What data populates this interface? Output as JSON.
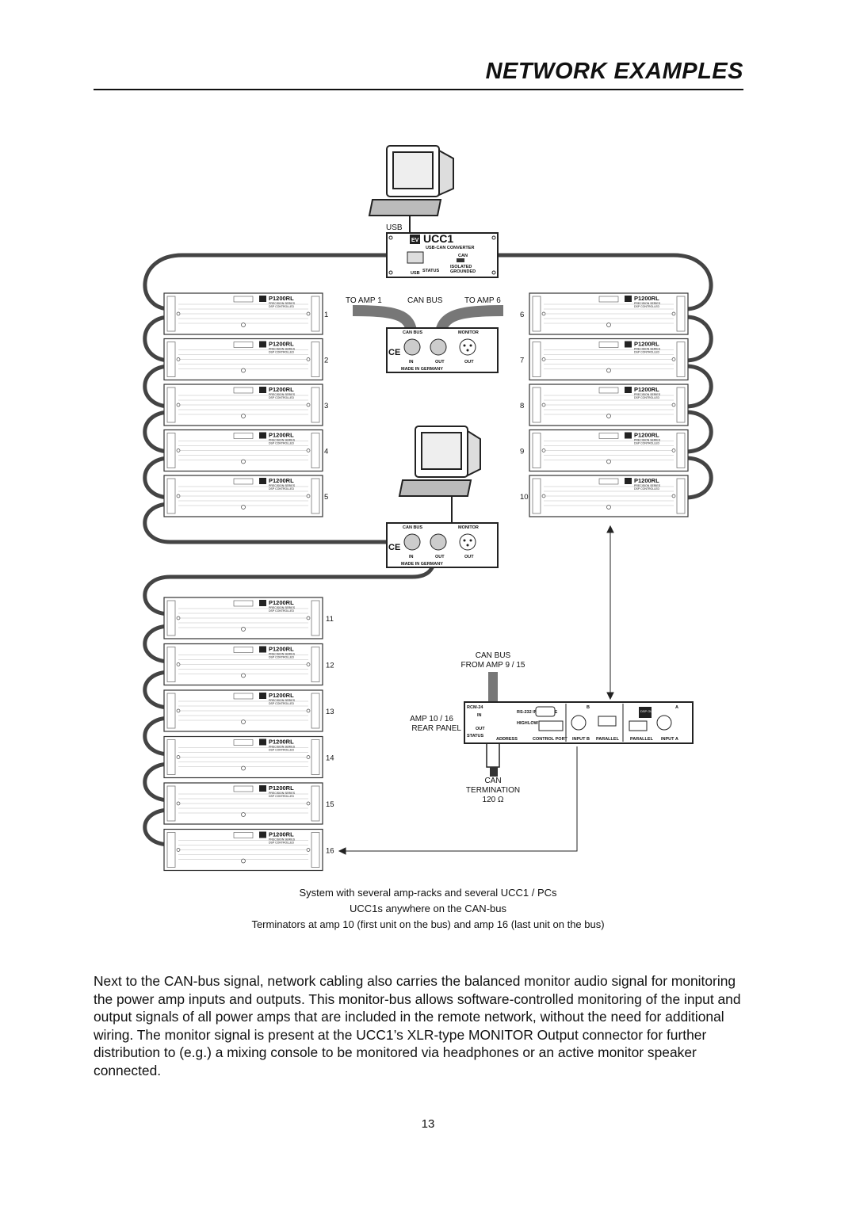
{
  "header": {
    "title": "NETWORK EXAMPLES"
  },
  "diagram": {
    "usb_label": "USB",
    "ucc1": {
      "model": "UCC1",
      "subtitle": "USB-CAN CONVERTER",
      "can_label": "CAN",
      "isolated": "ISOLATED",
      "grounded": "GROUNDED",
      "status": "STATUS",
      "usb": "USB"
    },
    "rear_panel": {
      "can_bus": "CAN BUS",
      "monitor": "MONITOR",
      "in": "IN",
      "out": "OUT",
      "made_in": "MADE IN GERMANY",
      "ce": "CE"
    },
    "top_labels": {
      "to_amp_1": "TO AMP 1",
      "can_bus": "CAN BUS",
      "to_amp_6": "TO AMP 6"
    },
    "amp": {
      "model": "P1200RL",
      "line1": "PRECISION SERIES",
      "line2": "DSP CONTROLLED"
    },
    "left_amp_numbers": [
      "1",
      "2",
      "3",
      "4",
      "5"
    ],
    "right_amp_numbers": [
      "6",
      "7",
      "8",
      "9",
      "10"
    ],
    "bottom_amp_numbers": [
      "11",
      "12",
      "13",
      "14",
      "15",
      "16"
    ],
    "can_bus_from": [
      "CAN BUS",
      "FROM AMP 9 / 15"
    ],
    "amp_rear_panel_label": [
      "AMP 10 / 16",
      "REAR PANEL"
    ],
    "termination": [
      "CAN",
      "TERMINATION",
      "120 Ω"
    ],
    "rcm": {
      "model": "RCM-24",
      "interface": "RS-232 INTERFACE",
      "in": "IN",
      "out": "OUT",
      "status": "STATUS",
      "high": "HIGH",
      "low": "LOW",
      "address": "ADDRESS",
      "control_port": "CONTROL PORT",
      "input_b": "INPUT B",
      "parallel": "PARALLEL",
      "input_a": "INPUT A",
      "b": "B",
      "a": "A",
      "dsp_out": "DSP OUT"
    }
  },
  "captions": [
    "System with several amp-racks and several UCC1 / PCs",
    "UCC1s anywhere on the CAN-bus",
    "Terminators at amp 10 (first unit on the bus) and amp 16 (last unit on the bus)"
  ],
  "body_paragraph": "Next to the CAN-bus signal, network cabling also carries the balanced monitor audio signal for monitoring the power amp inputs and outputs. This monitor-bus allows software-controlled monitoring of the input and output signals of all power amps that are included in the remote network, without the need for additional wiring. The monitor signal is present at the UCC1’s XLR-type MONITOR Output connector for further distribution to (e.g.) a mixing console to be monitored via headphones or an active monitor speaker connected.",
  "page_number": "13"
}
